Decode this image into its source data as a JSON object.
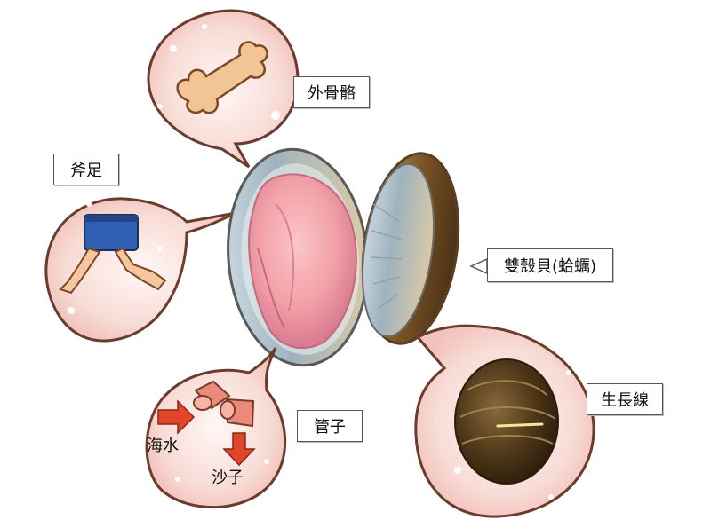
{
  "labels": {
    "exoskeleton": "外骨骼",
    "foot": "斧足",
    "bivalve": "雙殼貝(蛤蠣)",
    "growth_lines": "生長線",
    "siphon": "管子",
    "seawater": "海水",
    "sand": "沙子"
  },
  "colors": {
    "bubble_fill": "#f6d3cd",
    "bubble_stroke": "#6b3b2e",
    "shell_brown": "#7a5425",
    "flesh_pink": "#f2a0a6",
    "arrow_red": "#e2452a"
  }
}
